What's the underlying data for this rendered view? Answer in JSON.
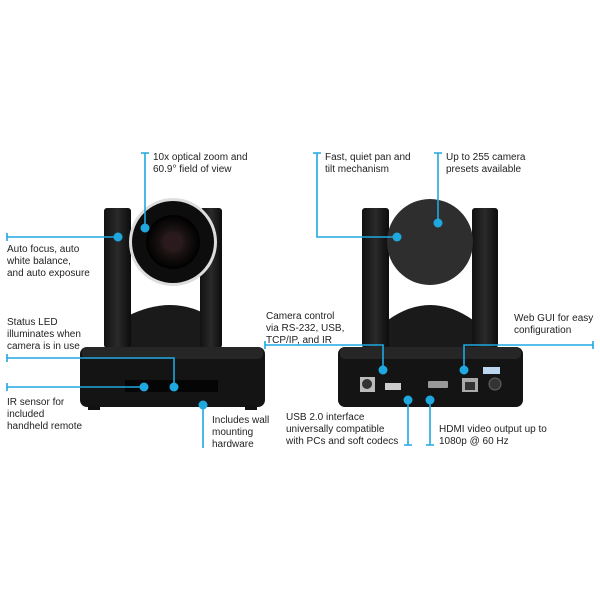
{
  "accent_color": "#1fa8e0",
  "front_view": {
    "callouts": [
      {
        "id": "zoom",
        "text": "10x optical zoom and\n60.9° field of view"
      },
      {
        "id": "auto",
        "text": "Auto focus, auto\nwhite balance,\nand auto exposure"
      },
      {
        "id": "led",
        "text": "Status LED\nilluminates when\ncamera is in use"
      },
      {
        "id": "ir",
        "text": "IR sensor for\nincluded\nhandheld remote"
      },
      {
        "id": "wall",
        "text": "Includes wall\nmounting\nhardware"
      }
    ]
  },
  "rear_view": {
    "callouts": [
      {
        "id": "pan",
        "text": "Fast, quiet pan and\ntilt mechanism"
      },
      {
        "id": "presets",
        "text": "Up to 255 camera\npresets available"
      },
      {
        "id": "control",
        "text": "Camera control\nvia RS-232, USB,\nTCP/IP, and IR"
      },
      {
        "id": "webgui",
        "text": "Web GUI for easy\nconfiguration"
      },
      {
        "id": "usb",
        "text": "USB 2.0 interface\nuniversally compatible\nwith PCs and soft codecs"
      },
      {
        "id": "hdmi",
        "text": "HDMI video output up to\n1080p @ 60 Hz"
      }
    ]
  }
}
